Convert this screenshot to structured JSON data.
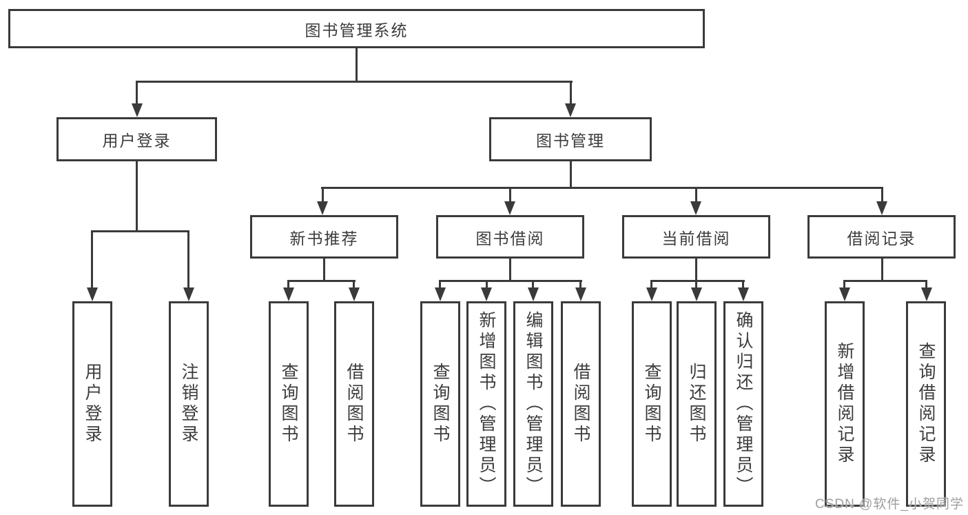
{
  "tree": {
    "label": "图书管理系统",
    "children": [
      {
        "label": "用户登录",
        "children": [
          {
            "label": "用户登录"
          },
          {
            "label": "注销登录"
          }
        ]
      },
      {
        "label": "图书管理",
        "children": [
          {
            "label": "新书推荐",
            "children": [
              {
                "label": "查询图书"
              },
              {
                "label": "借阅图书"
              }
            ]
          },
          {
            "label": "图书借阅",
            "children": [
              {
                "label": "查询图书"
              },
              {
                "label": "新增图书（管理员）"
              },
              {
                "label": "编辑图书（管理员）"
              },
              {
                "label": "借阅图书"
              }
            ]
          },
          {
            "label": "当前借阅",
            "children": [
              {
                "label": "查询图书"
              },
              {
                "label": "归还图书"
              },
              {
                "label": "确认归还（管理员）"
              }
            ]
          },
          {
            "label": "借阅记录",
            "children": [
              {
                "label": "新增借阅记录"
              },
              {
                "label": "查询借阅记录"
              }
            ]
          }
        ]
      }
    ]
  },
  "watermark": {
    "text": "CSDN @软件_小贺同学"
  },
  "colors": {
    "line": "#3a3a3a",
    "text": "#3c3c3c",
    "box_fill": "#ffffff",
    "background": "#ffffff",
    "watermark": "#9e9e9e"
  }
}
